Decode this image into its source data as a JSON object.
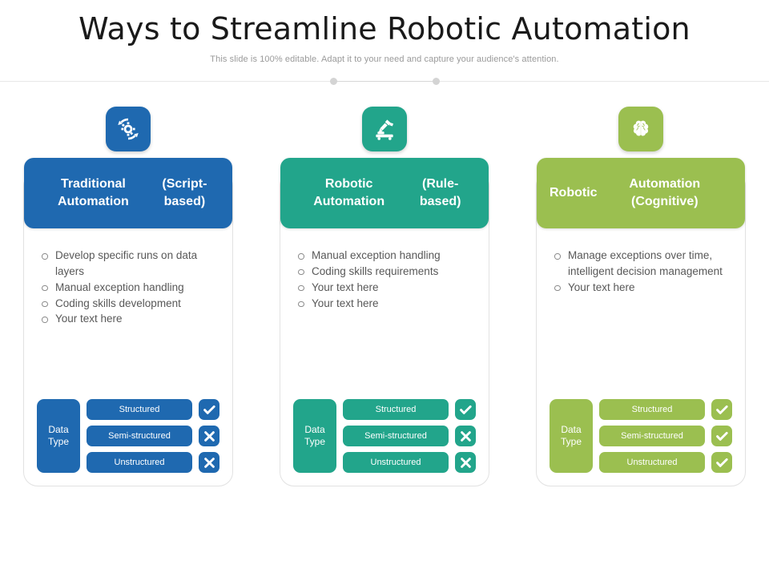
{
  "header": {
    "title": "Ways to Streamline Robotic Automation",
    "subtitle": "This slide is 100% editable. Adapt it to your need and capture your audience's attention."
  },
  "colors": {
    "blue": "#1F69B0",
    "teal": "#22A58B",
    "green": "#9BBF50",
    "card_border": "#E2E2E2",
    "body_text": "#585858",
    "subtitle_text": "#9A9A9A"
  },
  "columns": [
    {
      "icon": "gear-cycle-icon",
      "accent": "#1F69B0",
      "title": "Traditional Automation (Script-based)",
      "title_line1": "Traditional Automation",
      "title_line2": "(Script-based)",
      "bullets": [
        "Develop specific runs on data layers",
        "Manual exception handling",
        "Coding skills development",
        "Your text here"
      ],
      "matrix": {
        "label": "Data Type",
        "label_line1": "Data",
        "label_line2": "Type",
        "rows": [
          {
            "name": "Structured",
            "mark": "check"
          },
          {
            "name": "Semi-structured",
            "mark": "cross"
          },
          {
            "name": "Unstructured",
            "mark": "cross"
          }
        ]
      }
    },
    {
      "icon": "robot-arm-icon",
      "accent": "#22A58B",
      "title": "Robotic Automation (Rule-based)",
      "title_line1": "Robotic Automation",
      "title_line2": "(Rule-based)",
      "bullets": [
        "Manual exception handling",
        "Coding skills requirements",
        "Your text here",
        "Your text here"
      ],
      "matrix": {
        "label": "Data Type",
        "label_line1": "Data",
        "label_line2": "Type",
        "rows": [
          {
            "name": "Structured",
            "mark": "check"
          },
          {
            "name": "Semi-structured",
            "mark": "cross"
          },
          {
            "name": "Unstructured",
            "mark": "cross"
          }
        ]
      }
    },
    {
      "icon": "brain-icon",
      "accent": "#9BBF50",
      "title": "Robotic Automation (Cognitive)",
      "title_line1": "Robotic",
      "title_line2": "Automation (Cognitive)",
      "bullets": [
        "Manage exceptions over time, intelligent decision management",
        "Your text here"
      ],
      "matrix": {
        "label": "Data Type",
        "label_line1": "Data",
        "label_line2": "Type",
        "rows": [
          {
            "name": "Structured",
            "mark": "check"
          },
          {
            "name": "Semi-structured",
            "mark": "check"
          },
          {
            "name": "Unstructured",
            "mark": "check"
          }
        ]
      }
    }
  ]
}
